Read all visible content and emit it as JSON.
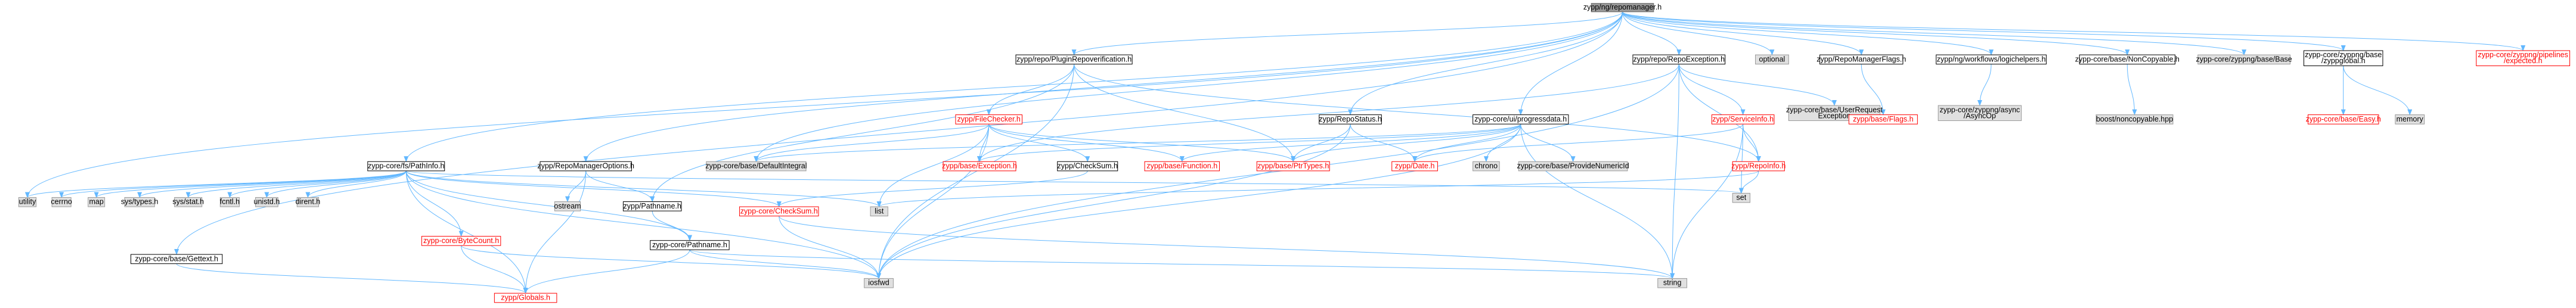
{
  "colors": {
    "root_fill": "#999999",
    "root_border": "#666666",
    "gray_fill": "#e0e0e0",
    "gray_border": "#999999",
    "red_border": "#ff0000",
    "black_border": "#000000",
    "white_fill": "#ffffff",
    "edge": "#63b8ff",
    "text": "#000000",
    "red_text": "#ff0000"
  },
  "graph": {
    "nodes": [
      {
        "id": "root",
        "label": "zypp/ng/repomanager.h",
        "style": "root"
      },
      {
        "id": "n_utility",
        "label": "utility",
        "style": "gray"
      },
      {
        "id": "n_errno",
        "label": "cerrno",
        "style": "gray"
      },
      {
        "id": "n_map",
        "label": "map",
        "style": "gray"
      },
      {
        "id": "n_systypes",
        "label": "sys/types.h",
        "style": "gray"
      },
      {
        "id": "n_sysstat",
        "label": "sys/stat.h",
        "style": "gray"
      },
      {
        "id": "n_fcntl",
        "label": "fcntl.h",
        "style": "gray"
      },
      {
        "id": "n_unistd",
        "label": "unistd.h",
        "style": "gray"
      },
      {
        "id": "n_dirent",
        "label": "dirent.h",
        "style": "gray"
      },
      {
        "id": "n_pathinfo",
        "label": "zypp-core/fs/PathInfo.h",
        "style": "white"
      },
      {
        "id": "n_gettext",
        "label": "zypp-core/base/Gettext.h",
        "style": "white"
      },
      {
        "id": "n_globals",
        "label": "zypp/Globals.h",
        "style": "red"
      },
      {
        "id": "n_bytecount",
        "label": "zypp-core/ByteCount.h",
        "style": "red"
      },
      {
        "id": "n_pathname_core",
        "label": "zypp-core/Pathname.h",
        "style": "white"
      },
      {
        "id": "n_iosfwd",
        "label": "iosfwd",
        "style": "gray"
      },
      {
        "id": "n_string",
        "label": "string",
        "style": "gray"
      },
      {
        "id": "n_checksum_core",
        "label": "zypp-core/CheckSum.h",
        "style": "red"
      },
      {
        "id": "n_list",
        "label": "list",
        "style": "gray"
      },
      {
        "id": "n_set",
        "label": "set",
        "style": "gray"
      },
      {
        "id": "n_repomgropts",
        "label": "zypp/RepoManagerOptions.h",
        "style": "white"
      },
      {
        "id": "n_ostream",
        "label": "ostream",
        "style": "gray"
      },
      {
        "id": "n_pathname",
        "label": "zypp/Pathname.h",
        "style": "white"
      },
      {
        "id": "n_pluginrepo",
        "label": "zypp/repo/PluginRepoverification.h",
        "style": "white"
      },
      {
        "id": "n_filechecker",
        "label": "zypp/FileChecker.h",
        "style": "red"
      },
      {
        "id": "n_defaultintegral",
        "label": "zypp-core/base/DefaultIntegral",
        "style": "gray"
      },
      {
        "id": "n_exception",
        "label": "zypp/base/Exception.h",
        "style": "red"
      },
      {
        "id": "n_checksum",
        "label": "zypp/CheckSum.h",
        "style": "white"
      },
      {
        "id": "n_function",
        "label": "zypp/base/Function.h",
        "style": "red"
      },
      {
        "id": "n_ptrtypes",
        "label": "zypp/base/PtrTypes.h",
        "style": "red"
      },
      {
        "id": "n_repostatus",
        "label": "zypp/RepoStatus.h",
        "style": "white"
      },
      {
        "id": "n_date",
        "label": "zypp/Date.h",
        "style": "red"
      },
      {
        "id": "n_progressdata",
        "label": "zypp-core/ui/progressdata.h",
        "style": "white"
      },
      {
        "id": "n_chrono",
        "label": "chrono",
        "style": "gray"
      },
      {
        "id": "n_providenumericid",
        "label": "zypp-core/base/ProvideNumericId",
        "style": "gray"
      },
      {
        "id": "n_optional",
        "label": "optional",
        "style": "gray"
      },
      {
        "id": "n_repoexception",
        "label": "zypp/repo/RepoException.h",
        "style": "white"
      },
      {
        "id": "n_serviceinfo",
        "label": "zypp/ServiceInfo.h",
        "style": "red"
      },
      {
        "id": "n_repoinfo",
        "label": "zypp/RepoInfo.h",
        "style": "red"
      },
      {
        "id": "n_userrequestexc",
        "label": [
          "zypp-core/base/UserRequest",
          "Exception"
        ],
        "style": "gray"
      },
      {
        "id": "n_repomgrflags",
        "label": "zypp/RepoManagerFlags.h",
        "style": "white"
      },
      {
        "id": "n_flags",
        "label": "zypp/base/Flags.h",
        "style": "red"
      },
      {
        "id": "n_logichelpers",
        "label": "zypp/ng/workflows/logichelpers.h",
        "style": "white"
      },
      {
        "id": "n_asyncop",
        "label": [
          "zypp-core/zyppng/async",
          "/AsyncOp"
        ],
        "style": "gray"
      },
      {
        "id": "n_noncopyable",
        "label": "zypp-core/base/NonCopyable.h",
        "style": "white"
      },
      {
        "id": "n_boostnoncopyable",
        "label": "boost/noncopyable.hpp",
        "style": "gray"
      },
      {
        "id": "n_zyppngbase",
        "label": "zypp-core/zyppng/base/Base",
        "style": "gray"
      },
      {
        "id": "n_zyppglobal",
        "label": [
          "zypp-core/zyppng/base",
          "/zyppglobal.h"
        ],
        "style": "white"
      },
      {
        "id": "n_easy",
        "label": "zypp-core/base/Easy.h",
        "style": "red"
      },
      {
        "id": "n_memory",
        "label": "memory",
        "style": "gray"
      },
      {
        "id": "n_expected",
        "label": [
          "zypp-core/zyppng/pipelines",
          "/expected.h"
        ],
        "style": "red"
      }
    ],
    "edges": [
      [
        "root",
        "n_utility"
      ],
      [
        "root",
        "n_pathinfo"
      ],
      [
        "root",
        "n_gettext"
      ],
      [
        "root",
        "n_repomgropts"
      ],
      [
        "root",
        "n_pluginrepo"
      ],
      [
        "root",
        "n_defaultintegral"
      ],
      [
        "root",
        "n_repostatus"
      ],
      [
        "root",
        "n_progressdata"
      ],
      [
        "root",
        "n_optional"
      ],
      [
        "root",
        "n_repoexception"
      ],
      [
        "root",
        "n_repomgrflags"
      ],
      [
        "root",
        "n_logichelpers"
      ],
      [
        "root",
        "n_noncopyable"
      ],
      [
        "root",
        "n_zyppngbase"
      ],
      [
        "root",
        "n_zyppglobal"
      ],
      [
        "root",
        "n_expected"
      ],
      [
        "n_pathinfo",
        "n_utility"
      ],
      [
        "n_pathinfo",
        "n_errno"
      ],
      [
        "n_pathinfo",
        "n_map"
      ],
      [
        "n_pathinfo",
        "n_systypes"
      ],
      [
        "n_pathinfo",
        "n_sysstat"
      ],
      [
        "n_pathinfo",
        "n_fcntl"
      ],
      [
        "n_pathinfo",
        "n_unistd"
      ],
      [
        "n_pathinfo",
        "n_dirent"
      ],
      [
        "n_pathinfo",
        "n_list"
      ],
      [
        "n_pathinfo",
        "n_set"
      ],
      [
        "n_pathinfo",
        "n_checksum_core"
      ],
      [
        "n_pathinfo",
        "n_bytecount"
      ],
      [
        "n_pathinfo",
        "n_pathname_core"
      ],
      [
        "n_pathinfo",
        "n_globals"
      ],
      [
        "n_pathinfo",
        "n_iosfwd"
      ],
      [
        "n_gettext",
        "n_globals"
      ],
      [
        "n_bytecount",
        "n_iosfwd"
      ],
      [
        "n_bytecount",
        "n_globals"
      ],
      [
        "n_pathname_core",
        "n_iosfwd"
      ],
      [
        "n_pathname_core",
        "n_string"
      ],
      [
        "n_pathname_core",
        "n_globals"
      ],
      [
        "n_checksum_core",
        "n_iosfwd"
      ],
      [
        "n_checksum_core",
        "n_string"
      ],
      [
        "n_repomgropts",
        "n_ostream"
      ],
      [
        "n_repomgropts",
        "n_pathname"
      ],
      [
        "n_repomgropts",
        "n_globals"
      ],
      [
        "n_pathname",
        "n_pathname_core"
      ],
      [
        "n_pluginrepo",
        "n_iosfwd"
      ],
      [
        "n_pluginrepo",
        "n_filechecker"
      ],
      [
        "n_pluginrepo",
        "n_ptrtypes"
      ],
      [
        "n_pluginrepo",
        "n_repoinfo"
      ],
      [
        "n_pluginrepo",
        "n_pathname"
      ],
      [
        "n_filechecker",
        "n_iosfwd"
      ],
      [
        "n_filechecker",
        "n_list"
      ],
      [
        "n_filechecker",
        "n_exception"
      ],
      [
        "n_filechecker",
        "n_function"
      ],
      [
        "n_filechecker",
        "n_ptrtypes"
      ],
      [
        "n_filechecker",
        "n_checksum"
      ],
      [
        "n_filechecker",
        "n_defaultintegral"
      ],
      [
        "n_checksum",
        "n_checksum_core"
      ],
      [
        "n_repostatus",
        "n_iosfwd"
      ],
      [
        "n_repostatus",
        "n_ptrtypes"
      ],
      [
        "n_repostatus",
        "n_date"
      ],
      [
        "n_progressdata",
        "n_iosfwd"
      ],
      [
        "n_progressdata",
        "n_string"
      ],
      [
        "n_progressdata",
        "n_function"
      ],
      [
        "n_progressdata",
        "n_ptrtypes"
      ],
      [
        "n_progressdata",
        "n_date"
      ],
      [
        "n_progressdata",
        "n_chrono"
      ],
      [
        "n_progressdata",
        "n_providenumericid"
      ],
      [
        "n_progressdata",
        "n_defaultintegral"
      ],
      [
        "n_progressdata",
        "n_exception"
      ],
      [
        "n_repoexception",
        "n_iosfwd"
      ],
      [
        "n_repoexception",
        "n_string"
      ],
      [
        "n_repoexception",
        "n_exception"
      ],
      [
        "n_repoexception",
        "n_userrequestexc"
      ],
      [
        "n_repoexception",
        "n_repoinfo"
      ],
      [
        "n_repoexception",
        "n_serviceinfo"
      ],
      [
        "n_serviceinfo",
        "n_set"
      ],
      [
        "n_serviceinfo",
        "n_string"
      ],
      [
        "n_serviceinfo",
        "n_repoinfo"
      ],
      [
        "n_serviceinfo",
        "n_date"
      ],
      [
        "n_repoinfo",
        "n_list"
      ],
      [
        "n_repoinfo",
        "n_set"
      ],
      [
        "n_repomgrflags",
        "n_flags"
      ],
      [
        "n_logichelpers",
        "n_asyncop"
      ],
      [
        "n_noncopyable",
        "n_boostnoncopyable"
      ],
      [
        "n_zyppglobal",
        "n_easy"
      ],
      [
        "n_zyppglobal",
        "n_memory"
      ]
    ]
  }
}
